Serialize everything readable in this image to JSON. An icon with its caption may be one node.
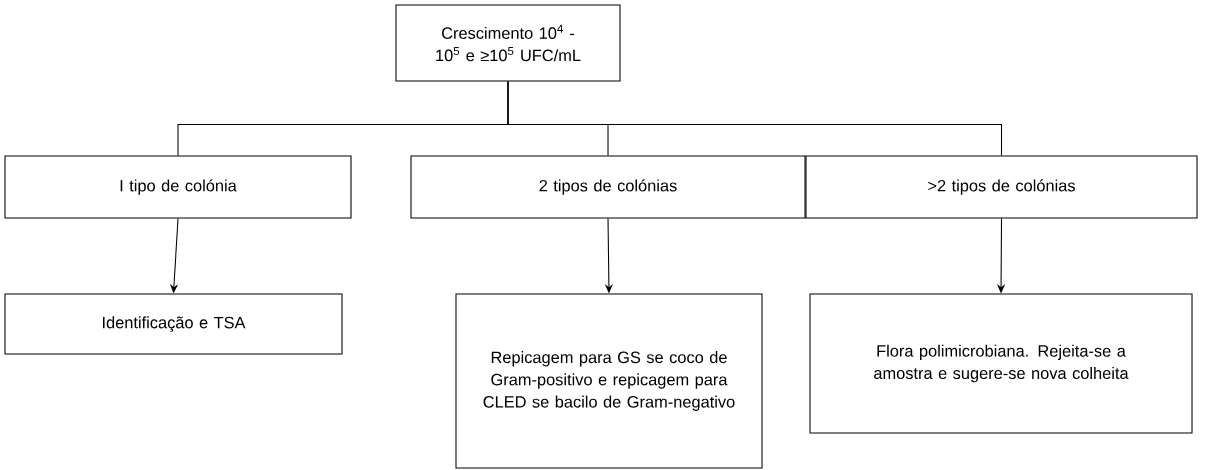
{
  "diagram": {
    "nodes": [
      {
        "text": [
          "Crescimento 10$^{4}$ -10$^{5}$  e ≥10$^{5}$ UFC/mL"
        ]
      },
      {
        "text": [
          "I tipo de colónia"
        ]
      },
      {
        "text": [
          "2 tipos de colónias"
        ]
      },
      {
        "text": [
          ">2 tipos de colónias"
        ]
      },
      {
        "text": [
          "Identificação e TSA"
        ]
      },
      {
        "text": [
          "Repicagem para GS se coco de Gram-positivo e repicagem para CLED se bacilo de Gram-negativo"
        ]
      },
      {
        "text": [
          "Flora polimicrobiana. Rejeita-se a amostra e sugere-se nova colheita"
        ]
      }
    ],
    "edges": [
      {
        "from": 0,
        "to": 1,
        "arrow": "none"
      },
      {
        "from": 0,
        "to": 2,
        "arrow": "none"
      },
      {
        "from": 0,
        "to": 3,
        "arrow": "none"
      },
      {
        "from": 1,
        "to": 4,
        "arrow": "to"
      },
      {
        "from": 2,
        "to": 5,
        "arrow": "to"
      },
      {
        "from": 3,
        "to": 6,
        "arrow": "to"
      }
    ]
  }
}
